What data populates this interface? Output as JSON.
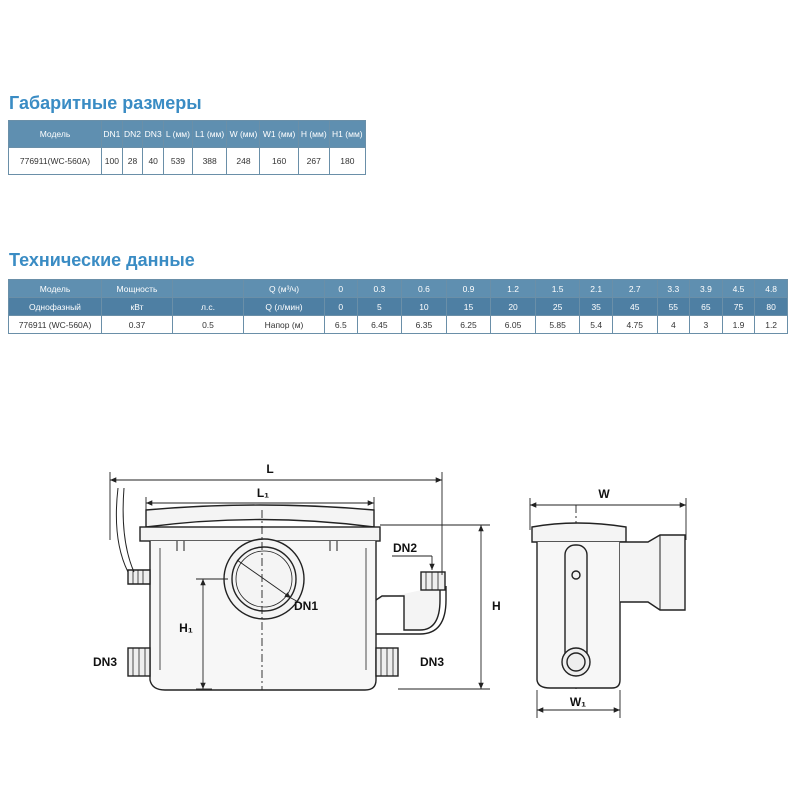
{
  "section_dimensions": {
    "title": "Габаритные размеры",
    "headers": [
      "Модель",
      "DN1",
      "DN2",
      "DN3",
      "L (мм)",
      "L1 (мм)",
      "W (мм)",
      "W1 (мм)",
      "H (мм)",
      "H1 (мм)"
    ],
    "row": [
      "776911(WC-560A)",
      "100",
      "28",
      "40",
      "539",
      "388",
      "248",
      "160",
      "267",
      "180"
    ]
  },
  "section_tech": {
    "title": "Технические данные",
    "row1": [
      "Модель",
      "Мощность",
      "",
      "Q (м³/ч)",
      "0",
      "0.3",
      "0.6",
      "0.9",
      "1.2",
      "1.5",
      "2.1",
      "2.7",
      "3.3",
      "3.9",
      "4.5",
      "4.8"
    ],
    "row2": [
      "Однофазный",
      "кВт",
      "л.с.",
      "Q (л/мин)",
      "0",
      "5",
      "10",
      "15",
      "20",
      "25",
      "35",
      "45",
      "55",
      "65",
      "75",
      "80"
    ],
    "row3": [
      "776911 (WC-560A)",
      "0.37",
      "0.5",
      "Напор (м)",
      "6.5",
      "6.45",
      "6.35",
      "6.25",
      "6.05",
      "5.85",
      "5.4",
      "4.75",
      "4",
      "3",
      "1.9",
      "1.2"
    ]
  },
  "drawing_labels": {
    "L": "L",
    "L1": "L₁",
    "H": "H",
    "H1": "H₁",
    "DN1": "DN1",
    "DN2": "DN2",
    "DN3_left": "DN3",
    "DN3_right": "DN3",
    "W": "W",
    "W1": "W₁"
  }
}
